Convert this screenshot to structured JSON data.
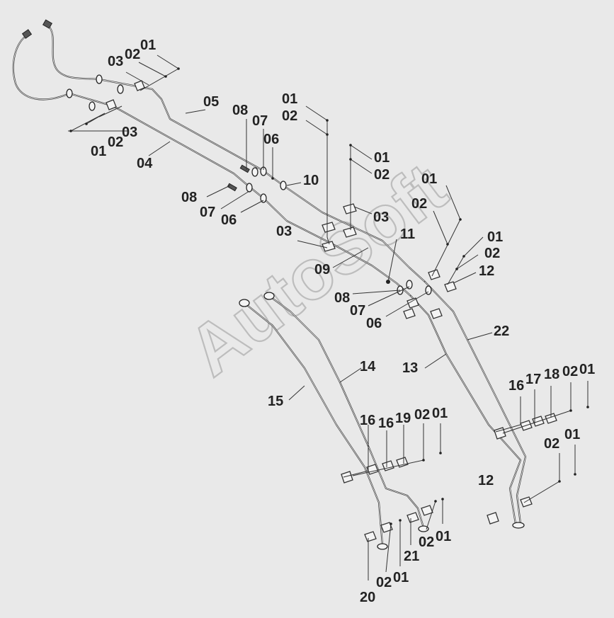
{
  "watermark": "AutoSoft",
  "callouts": {
    "c_01_a": "01",
    "c_02_a": "02",
    "c_03_a": "03",
    "c_03_b": "03",
    "c_02_b": "02",
    "c_01_b": "01",
    "c_05": "05",
    "c_04": "04",
    "c_08_a": "08",
    "c_07_a": "07",
    "c_06_a": "06",
    "c_01_c": "01",
    "c_02_c": "02",
    "c_01_d": "01",
    "c_02_d": "02",
    "c_10": "10",
    "c_08_b": "08",
    "c_07_b": "07",
    "c_06_b": "06",
    "c_03_c": "03",
    "c_03_d": "03",
    "c_01_e": "01",
    "c_02_e": "02",
    "c_11": "11",
    "c_09": "09",
    "c_01_f": "01",
    "c_02_f": "02",
    "c_12_a": "12",
    "c_08_c": "08",
    "c_07_c": "07",
    "c_06_c": "06",
    "c_22": "22",
    "c_13": "13",
    "c_14": "14",
    "c_15": "15",
    "c_16_a": "16",
    "c_17": "17",
    "c_18": "18",
    "c_02_g": "02",
    "c_01_g": "01",
    "c_16_b": "16",
    "c_16_c": "16",
    "c_19": "19",
    "c_02_h": "02",
    "c_01_h": "01",
    "c_02_i": "02",
    "c_01_i": "01",
    "c_12_b": "12",
    "c_21": "21",
    "c_02_j": "02",
    "c_01_j": "01",
    "c_20": "20",
    "c_02_k": "02",
    "c_01_k": "01"
  }
}
